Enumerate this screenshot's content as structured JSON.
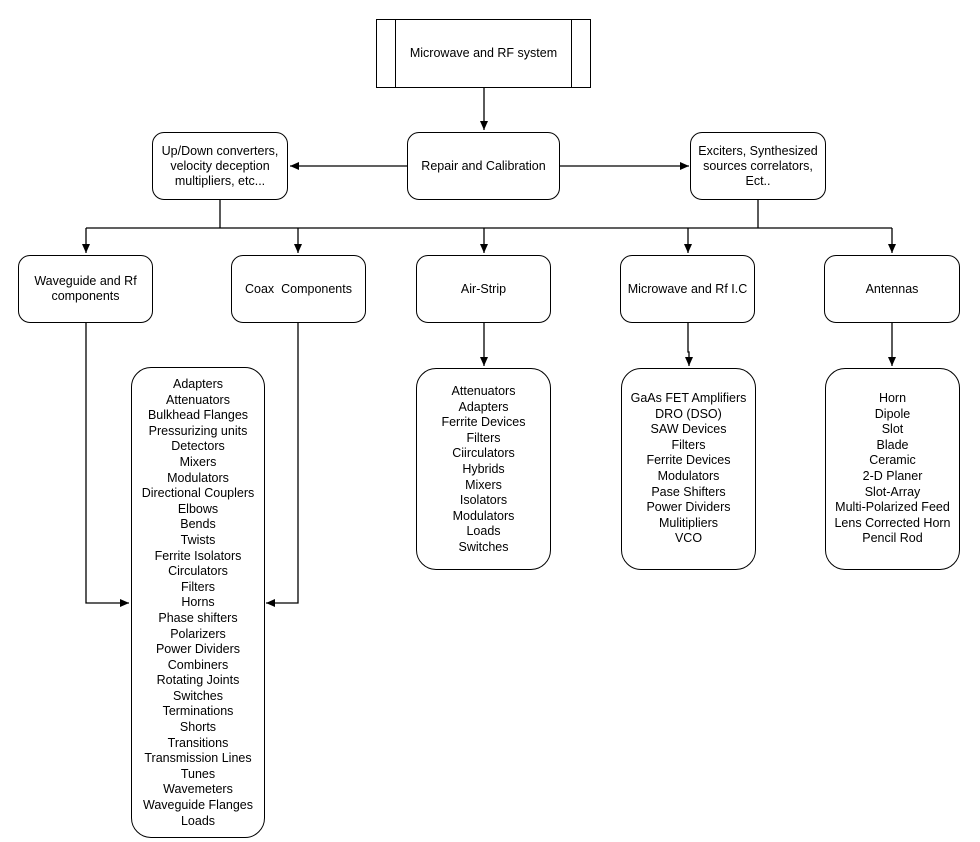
{
  "root": {
    "label": "Microwave and RF system"
  },
  "level1": {
    "left": "Up/Down converters,\nvelocity deception\nmultipliers, etc...",
    "center": "Repair and Calibration",
    "right": "Exciters, Synthesized\nsources correlators,\nEct.."
  },
  "categories": {
    "waveguide": "Waveguide and Rf\ncomponents",
    "coax": "Coax  Components",
    "airstrip": "Air-Strip",
    "mic": "Microwave and Rf I.C",
    "antennas": "Antennas"
  },
  "lists": {
    "waveguide_coax": [
      "Adapters",
      "Attenuators",
      "Bulkhead Flanges",
      "Pressurizing units",
      "Detectors",
      "Mixers",
      "Modulators",
      "Directional Couplers",
      "Elbows",
      "Bends",
      "Twists",
      "Ferrite Isolators",
      "Circulators",
      "Filters",
      "Horns",
      "Phase shifters",
      "Polarizers",
      "Power Dividers",
      "Combiners",
      "Rotating Joints",
      "Switches",
      "Terminations",
      "Shorts",
      "Transitions",
      "Transmission Lines",
      "Tunes",
      "Wavemeters",
      "Waveguide Flanges",
      "Loads"
    ],
    "airstrip": [
      "Attenuators",
      "Adapters",
      "Ferrite Devices",
      "Filters",
      "Ciirculators",
      "Hybrids",
      "Mixers",
      "Isolators",
      "Modulators",
      "Loads",
      "Switches"
    ],
    "mic": [
      "GaAs FET Amplifiers",
      "DRO (DSO)",
      "SAW Devices",
      "Filters",
      "Ferrite Devices",
      "Modulators",
      "Pase Shifters",
      "Power Dividers",
      "Mulitipliers",
      "VCO"
    ],
    "antennas": [
      "Horn",
      "Dipole",
      "Slot",
      "Blade",
      "Ceramic",
      "2-D Planer",
      "Slot-Array",
      "Multi-Polarized Feed",
      "Lens Corrected Horn",
      "Pencil Rod"
    ]
  }
}
